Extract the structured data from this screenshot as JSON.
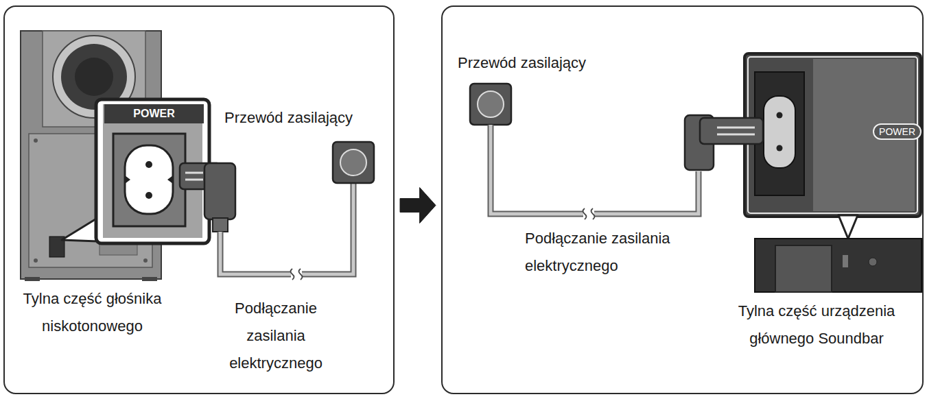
{
  "diagram": {
    "nodes": [
      {
        "text": [
          "POWER",
          "Przewód zasilający",
          "Tylna część głośnika niskotonowego",
          "Podłączanie zasilania elektrycznego"
        ]
      },
      {
        "text": [
          "Przewód zasilający",
          "Podłączanie zasilania elektrycznego",
          "POWER",
          "Tylna część urządzenia głównego Soundbar"
        ]
      }
    ],
    "edges": [
      {
        "from": 0,
        "to": 1,
        "arrow": "to"
      }
    ]
  }
}
